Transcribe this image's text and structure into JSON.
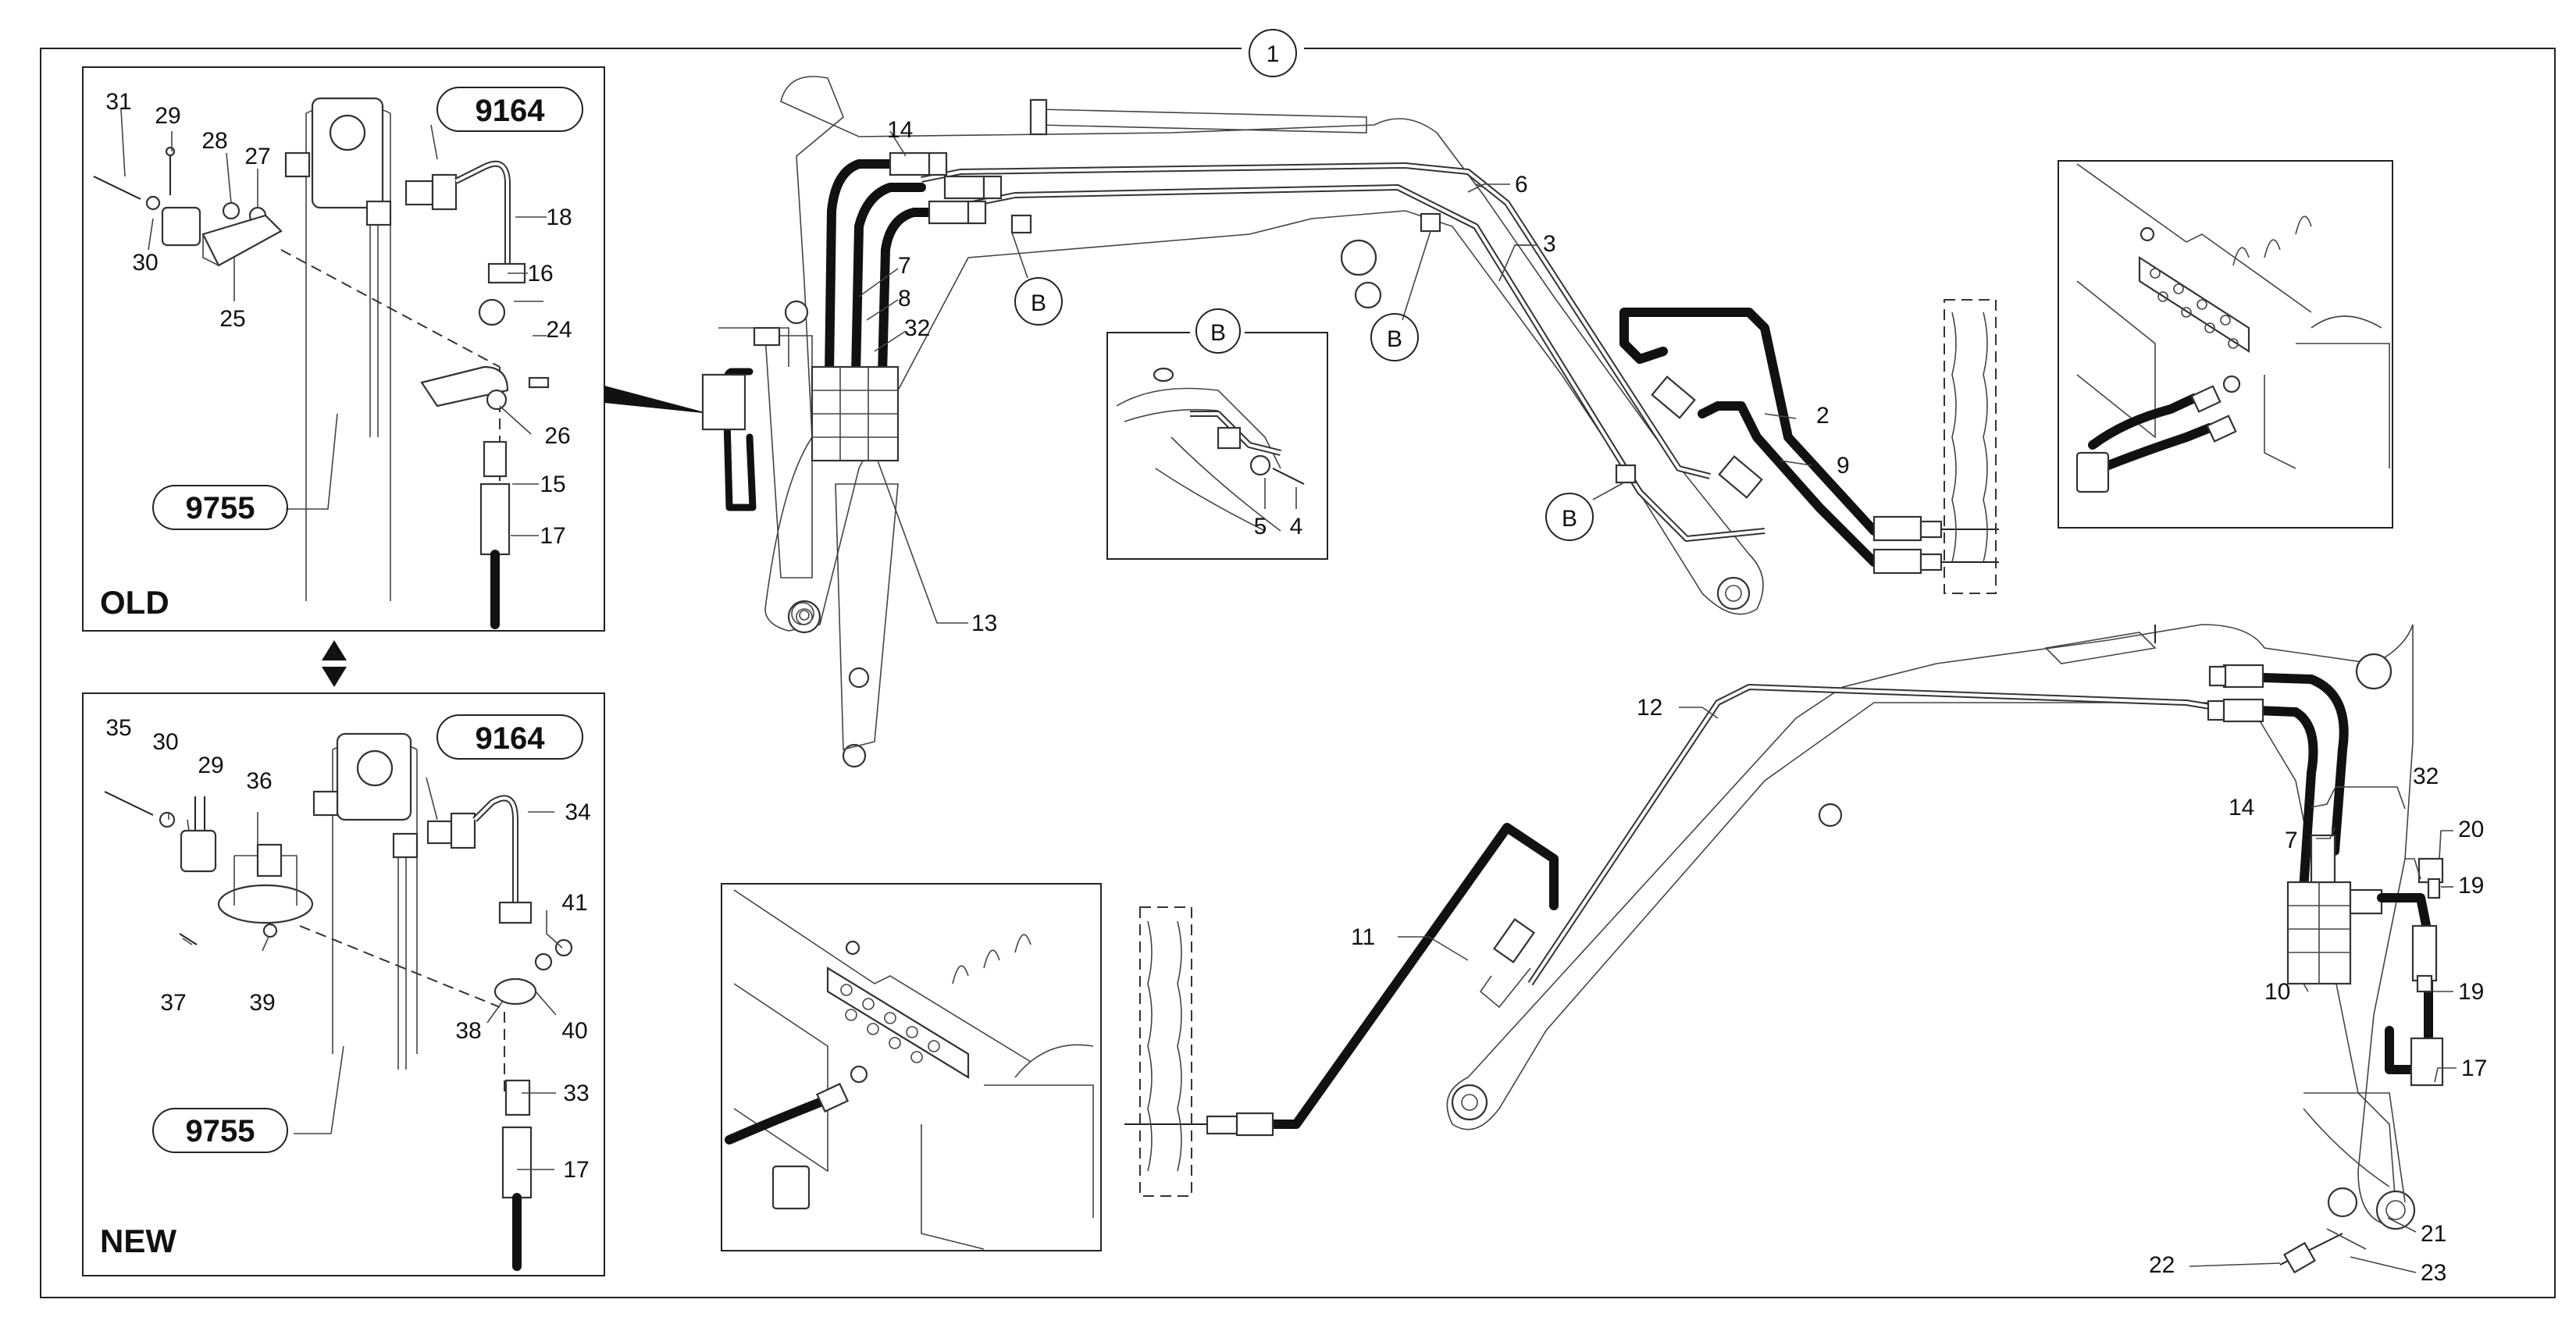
{
  "diagram": {
    "assembly_callout": "1",
    "panel_old": {
      "title": "OLD",
      "badge_top": "9164",
      "badge_bottom": "9755",
      "labels": [
        "31",
        "29",
        "28",
        "27",
        "30",
        "25",
        "18",
        "16",
        "24",
        "26",
        "15",
        "17"
      ]
    },
    "panel_new": {
      "title": "NEW",
      "badge_top": "9164",
      "badge_bottom": "9755",
      "labels": [
        "35",
        "30",
        "29",
        "36",
        "34",
        "41",
        "37",
        "39",
        "38",
        "40",
        "33",
        "17"
      ]
    },
    "detail_b": {
      "title": "B",
      "labels": [
        "5",
        "4"
      ]
    },
    "boom_upper_labels": [
      "14",
      "7",
      "8",
      "32",
      "13",
      "6",
      "3",
      "2",
      "9"
    ],
    "b_markers": [
      "B",
      "B",
      "B"
    ],
    "boom_lower_labels": [
      "12",
      "11",
      "32",
      "14",
      "7",
      "20",
      "19",
      "10",
      "19",
      "17",
      "21",
      "22",
      "23"
    ]
  }
}
